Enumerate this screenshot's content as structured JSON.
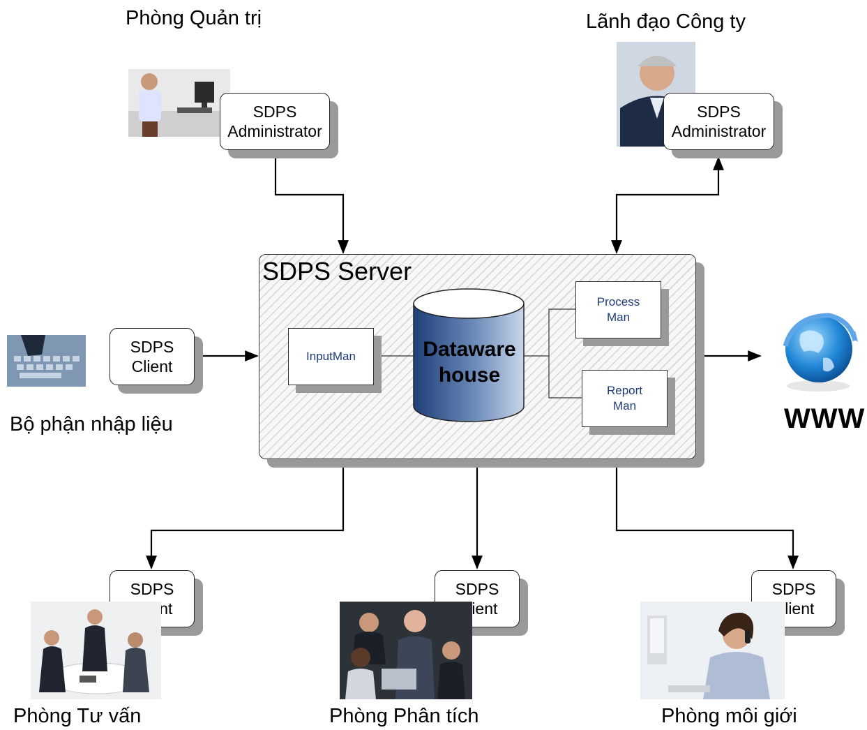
{
  "labels": {
    "admin_dept": "Phòng Quản trị",
    "leadership": "Lãnh đạo Công ty",
    "data_entry": "Bộ phận nhập liệu",
    "consulting": "Phòng Tư vấn",
    "analysis": "Phòng Phân tích",
    "brokerage": "Phòng môi giới",
    "www": "WWW"
  },
  "boxes": {
    "admin_left": {
      "line1": "SDPS",
      "line2": "Administrator"
    },
    "admin_right": {
      "line1": "SDPS",
      "line2": "Administrator"
    },
    "client_entry": {
      "line1": "SDPS",
      "line2": "Client"
    },
    "client_consulting": {
      "line1": "SDPS",
      "line2": "Client"
    },
    "client_analysis": {
      "line1": "SDPS",
      "line2": "Client"
    },
    "client_brokerage": {
      "line1": "SDPS",
      "line2": "Client"
    }
  },
  "server": {
    "title": "SDPS Server",
    "inputman": "InputMan",
    "datawarehouse_line1": "Dataware",
    "datawarehouse_line2": "house",
    "process_line1": "Process",
    "process_line2": "Man",
    "report_line1": "Report",
    "report_line2": "Man"
  }
}
